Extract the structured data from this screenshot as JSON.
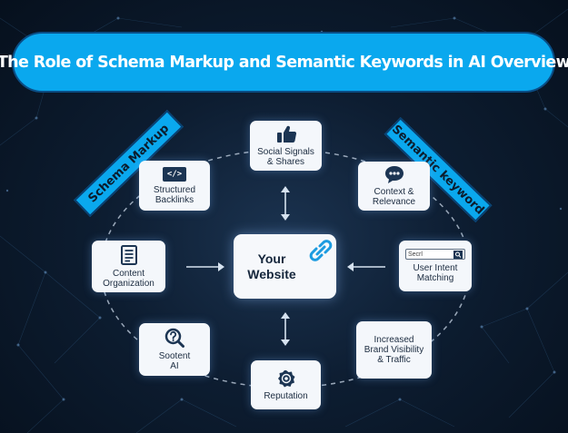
{
  "title": "The Role of Schema Markup and Semantic Keywords in AI Overview",
  "ribbons": {
    "left": "Schema Markup",
    "right": "Semantic keyword"
  },
  "center": {
    "label": "Your\nWebsite",
    "icon": "link-icon"
  },
  "nodes": [
    {
      "id": "social",
      "label": "Social Signals\n& Shares",
      "icon": "thumbs-up-icon"
    },
    {
      "id": "context",
      "label": "Context &\nRelevance",
      "icon": "chat-bubble-icon"
    },
    {
      "id": "intent",
      "label": "User Intent\nMatching",
      "icon": "search-bar-icon",
      "search_text": "Secrl"
    },
    {
      "id": "visibility",
      "label": "Increased\nBrand Visibility\n& Traffic",
      "icon": ""
    },
    {
      "id": "reputation",
      "label": "Reputation",
      "icon": "badge-icon"
    },
    {
      "id": "sootent",
      "label": "Sootent\nAI",
      "icon": "question-search-icon"
    },
    {
      "id": "content",
      "label": "Content\nOrganization",
      "icon": "document-icon"
    },
    {
      "id": "structured",
      "label": "Structured\nBacklinks",
      "icon": "code-icon",
      "icon_text": "</>"
    }
  ],
  "colors": {
    "banner": "#0aa8ee",
    "background": "#0d1d31",
    "node": "#f4f7fb"
  }
}
